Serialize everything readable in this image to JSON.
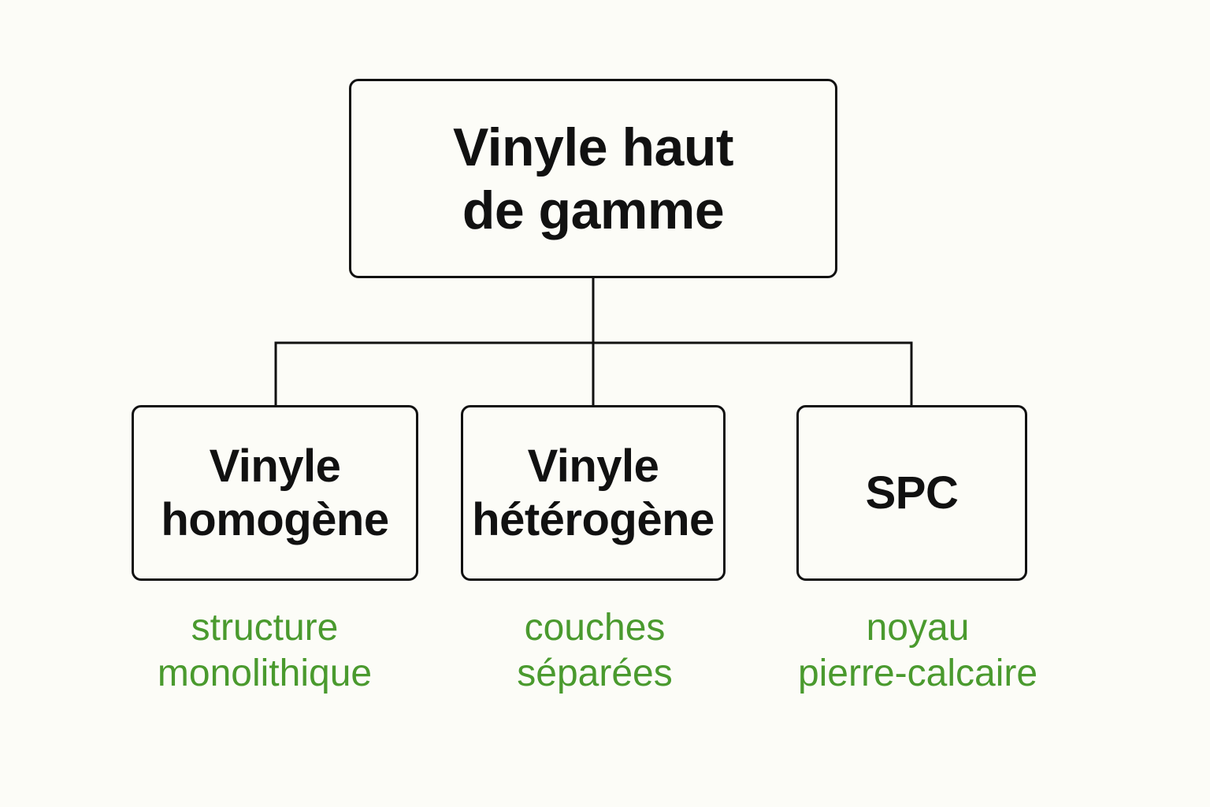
{
  "colors": {
    "background": "#fcfcf7",
    "node_border": "#111111",
    "node_text": "#111111",
    "caption_text": "#4a9a2e",
    "connector": "#111111"
  },
  "root": {
    "label_lines": [
      "Vinyle haut",
      "de gamme"
    ]
  },
  "children": [
    {
      "label_lines": [
        "Vinyle",
        "homogène"
      ],
      "caption_lines": [
        "structure",
        "monolithique"
      ]
    },
    {
      "label_lines": [
        "Vinyle",
        "hétérogène"
      ],
      "caption_lines": [
        "couches",
        "séparées"
      ]
    },
    {
      "label_lines": [
        "SPC"
      ],
      "caption_lines": [
        "noyau",
        "pierre-calcaire"
      ]
    }
  ]
}
